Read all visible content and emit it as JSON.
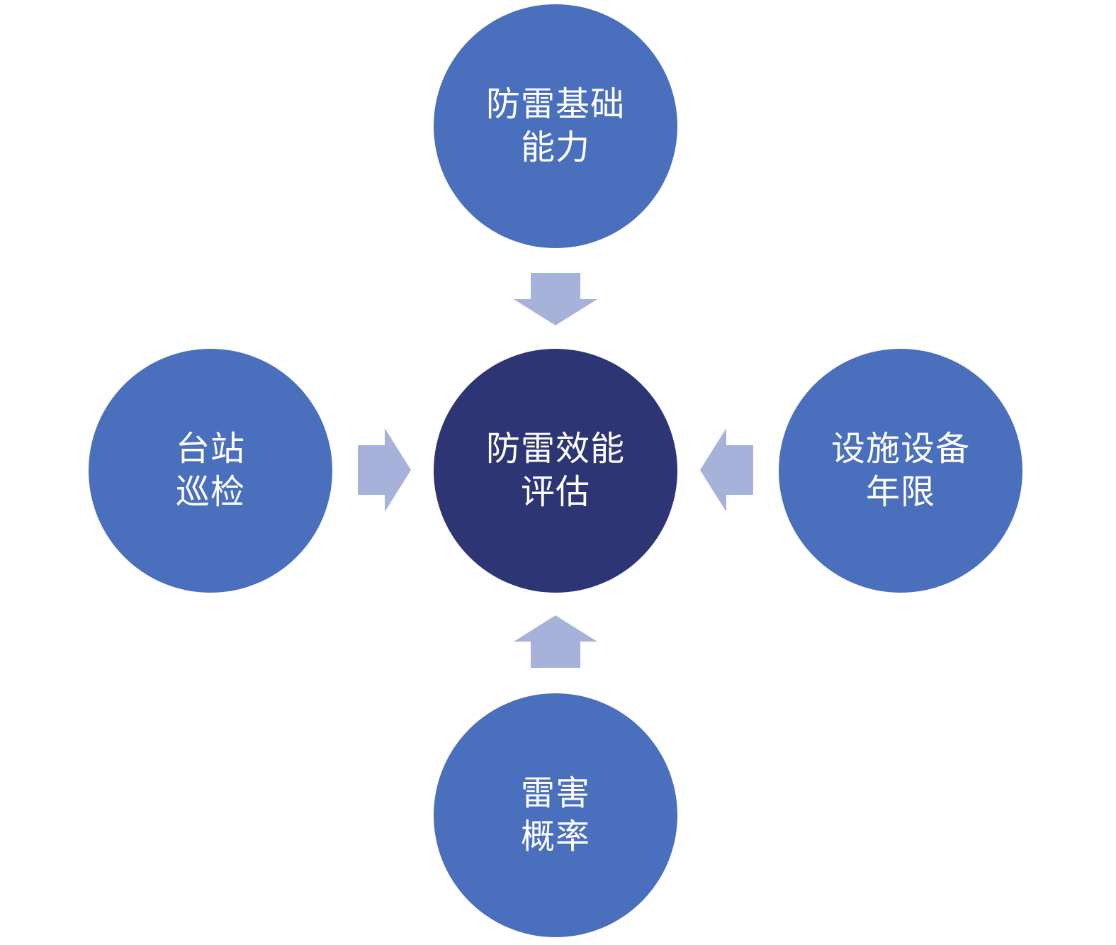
{
  "colors": {
    "outer_node": "#4a6fbc",
    "center_node": "#2e3574",
    "arrow": "#a6b2da",
    "text": "#ffffff"
  },
  "nodes": {
    "center": {
      "line1": "防雷效能",
      "line2": "评估"
    },
    "top": {
      "line1": "防雷基础",
      "line2": "能力"
    },
    "left": {
      "line1": "台站",
      "line2": "巡检"
    },
    "right": {
      "line1": "设施设备",
      "line2": "年限"
    },
    "bottom": {
      "line1": "雷害",
      "line2": "概率"
    }
  },
  "arrows": [
    {
      "from": "top",
      "to": "center"
    },
    {
      "from": "left",
      "to": "center"
    },
    {
      "from": "right",
      "to": "center"
    },
    {
      "from": "bottom",
      "to": "center"
    }
  ]
}
